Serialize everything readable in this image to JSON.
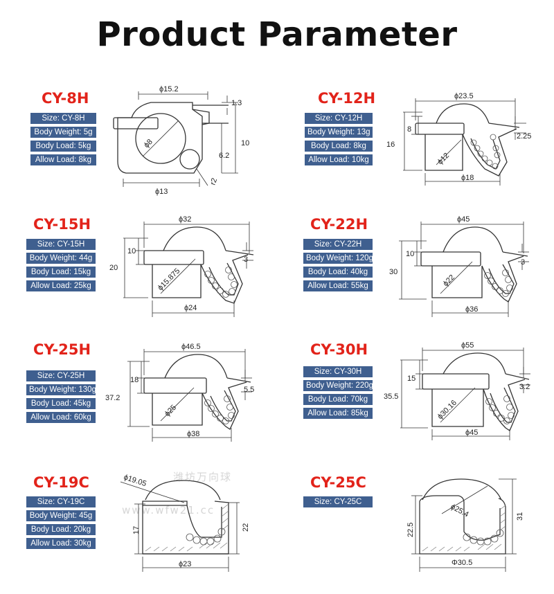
{
  "title": "Product Parameter",
  "watermark": {
    "line1": "潍坊万向球",
    "line2": "www.wfw21.cc"
  },
  "products": [
    {
      "name": "CY-8H",
      "specs": [
        "Size: CY-8H",
        "Body Weight: 5g",
        "Body Load: 5kg",
        "Allow Load: 8kg"
      ],
      "dims": [
        "ϕ15.2",
        "1.3",
        "10",
        "6.2",
        "ϕ8",
        "ϕ13",
        "r2"
      ]
    },
    {
      "name": "CY-12H",
      "specs": [
        "Size: CY-12H",
        "Body Weight: 13g",
        "Body Load: 8kg",
        "Allow Load: 10kg"
      ],
      "dims": [
        "ϕ23.5",
        "8",
        "16",
        "2.25",
        "ϕ12",
        "ϕ18"
      ]
    },
    {
      "name": "CY-15H",
      "specs": [
        "Size: CY-15H",
        "Body Weight: 44g",
        "Body Load: 15kg",
        "Allow Load: 25kg"
      ],
      "dims": [
        "ϕ32",
        "10",
        "20",
        "3",
        "ϕ15.875",
        "ϕ24"
      ]
    },
    {
      "name": "CY-22H",
      "specs": [
        "Size: CY-22H",
        "Body Weight: 120g",
        "Body Load: 40kg",
        "Allow Load: 55kg"
      ],
      "dims": [
        "ϕ45",
        "10",
        "30",
        "3",
        "ϕ22",
        "ϕ36"
      ]
    },
    {
      "name": "CY-25H",
      "specs": [
        "Size: CY-25H",
        "Body Weight: 130g",
        "Body Load: 45kg",
        "Allow Load: 60kg"
      ],
      "dims": [
        "ϕ46.5",
        "18",
        "37.2",
        "5.5",
        "ϕ25",
        "ϕ38"
      ]
    },
    {
      "name": "CY-30H",
      "specs": [
        "Size: CY-30H",
        "Body Weight: 220g",
        "Body Load: 70kg",
        "Allow Load: 85kg"
      ],
      "dims": [
        "ϕ55",
        "15",
        "35.5",
        "3.2",
        "ϕ30.16",
        "ϕ45"
      ]
    },
    {
      "name": "CY-19C",
      "specs": [
        "Size: CY-19C",
        "Body Weight: 45g",
        "Body Load: 20kg",
        "Allow Load: 30kg"
      ],
      "dims": [
        "ϕ19.05",
        "17",
        "22",
        "ϕ23"
      ]
    },
    {
      "name": "CY-25C",
      "specs": [
        "Size: CY-25C"
      ],
      "dims": [
        "ϕ25.4",
        "22.5",
        "31",
        "Φ30.5"
      ]
    }
  ]
}
